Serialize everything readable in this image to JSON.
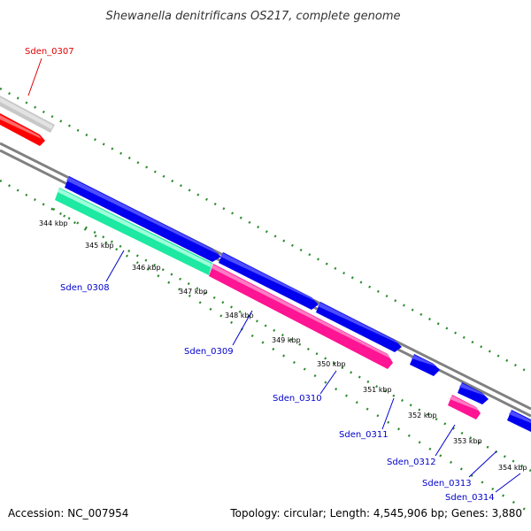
{
  "title": "Shewanella denitrificans OS217, complete genome",
  "footer": {
    "accession": "Accession: NC_007954",
    "summary": "Topology: circular; Length: 4,545,906 bp; Genes: 3,880"
  },
  "colors": {
    "backbone": "#808080",
    "tick_dots": "#2e8b2e",
    "label_text": "#0000cc",
    "label_text_red": "#e00000",
    "gene_blue": "#0000ee",
    "gene_magenta": "#ff1493",
    "gene_teal": "#1de9a3",
    "gene_red": "#ff0000",
    "gene_gray": "#c8c8c8"
  },
  "kbp_labels": [
    "344 kbp",
    "345 kbp",
    "346 kbp",
    "347 kbp",
    "348 kbp",
    "349 kbp",
    "350 kbp",
    "351 kbp",
    "352 kbp",
    "353 kbp",
    "354 kbp"
  ],
  "gene_labels": [
    {
      "id": "Sden_0307",
      "color": "red"
    },
    {
      "id": "Sden_0308",
      "color": "blue"
    },
    {
      "id": "Sden_0309",
      "color": "blue"
    },
    {
      "id": "Sden_0310",
      "color": "blue"
    },
    {
      "id": "Sden_0311",
      "color": "blue"
    },
    {
      "id": "Sden_0312",
      "color": "blue"
    },
    {
      "id": "Sden_0313",
      "color": "blue"
    },
    {
      "id": "Sden_0314",
      "color": "blue"
    }
  ]
}
